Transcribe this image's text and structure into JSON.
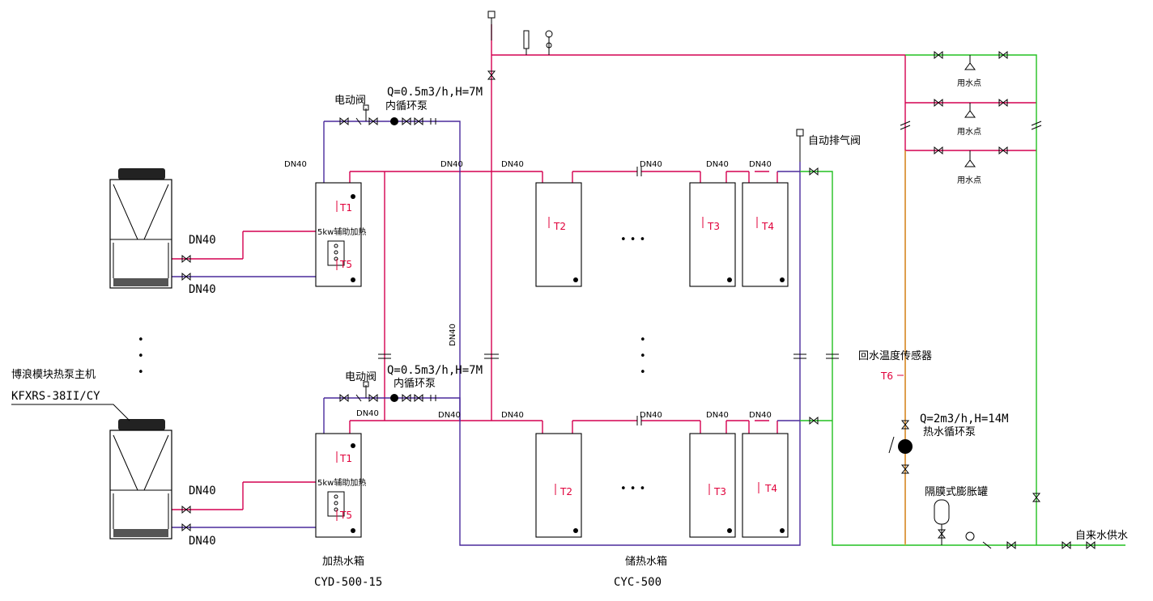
{
  "labels": {
    "dn40": "DN40",
    "motor_valve": "电动阀",
    "inner_pump_q": "Q=0.5m3/h,H=7M",
    "inner_pump": "内循环泵",
    "auto_air_vent": "自动排气阀",
    "return_temp_sensor": "回水温度传感器",
    "t6": "T6",
    "hot_pump_q": "Q=2m3/h,H=14M",
    "hot_pump": "热水循环泵",
    "expansion_tank": "隔膜式膨胀罐",
    "city_water": "自来水供水",
    "use_point": "用水点",
    "heat_pump_host": "博浪模块热泵主机",
    "heat_pump_model": "KFXRS-38II/CY",
    "heating_tank": "加热水箱",
    "heating_tank_model": "CYD-500-15",
    "storage_tank": "储热水箱",
    "storage_tank_model": "CYC-500",
    "heater": "5kw辅助加热",
    "t1": "T1",
    "t2": "T2",
    "t3": "T3",
    "t4": "T4",
    "t5": "T5",
    "ellipsis_h": "• • •",
    "ellipsis_v": "•"
  },
  "colors": {
    "hot_supply": "#d40050",
    "return": "#4a2a9c",
    "cold_water": "#22c020",
    "hot_loop": "#d8a020",
    "sensor_text": "#e0003a"
  }
}
